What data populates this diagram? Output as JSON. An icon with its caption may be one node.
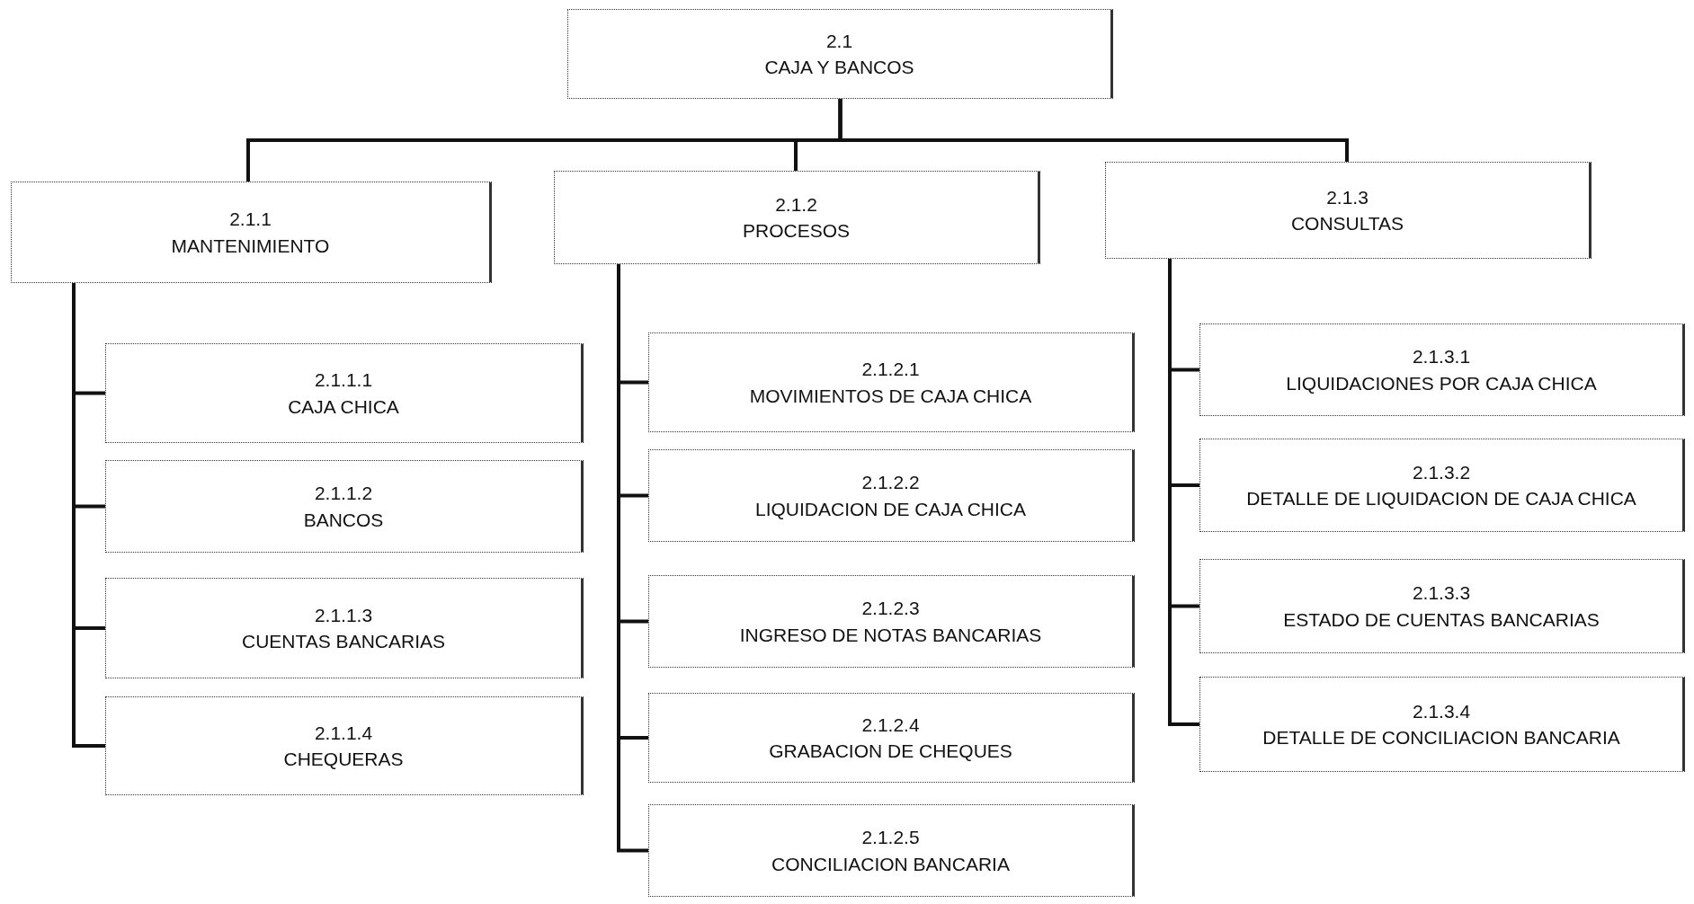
{
  "diagram": {
    "nodes": [
      {
        "text": [
          "2.1",
          "CAJA Y BANCOS"
        ]
      },
      {
        "text": [
          "2.1.1",
          "MANTENIMIENTO"
        ]
      },
      {
        "text": [
          "2.1.2",
          "PROCESOS"
        ]
      },
      {
        "text": [
          "2.1.3",
          "CONSULTAS"
        ]
      },
      {
        "text": [
          "2.1.1.1",
          "CAJA CHICA"
        ]
      },
      {
        "text": [
          "2.1.1.2",
          "BANCOS"
        ]
      },
      {
        "text": [
          "2.1.1.3",
          "CUENTAS BANCARIAS"
        ]
      },
      {
        "text": [
          "2.1.1.4",
          "CHEQUERAS"
        ]
      },
      {
        "text": [
          "2.1.2.1",
          "MOVIMIENTOS DE CAJA CHICA"
        ]
      },
      {
        "text": [
          "2.1.2.2",
          "LIQUIDACION DE CAJA CHICA"
        ]
      },
      {
        "text": [
          "2.1.2.3",
          "INGRESO DE NOTAS BANCARIAS"
        ]
      },
      {
        "text": [
          "2.1.2.4",
          "GRABACION DE CHEQUES"
        ]
      },
      {
        "text": [
          "2.1.2.5",
          "CONCILIACION BANCARIA"
        ]
      },
      {
        "text": [
          "2.1.3.1",
          "LIQUIDACIONES POR CAJA CHICA"
        ]
      },
      {
        "text": [
          "2.1.3.2",
          "DETALLE DE LIQUIDACION DE CAJA CHICA"
        ]
      },
      {
        "text": [
          "2.1.3.3",
          "ESTADO DE CUENTAS BANCARIAS"
        ]
      },
      {
        "text": [
          "2.1.3.4",
          "DETALLE DE CONCILIACION BANCARIA"
        ]
      }
    ],
    "edges": [
      {
        "from": 0,
        "to": 1,
        "arrow": "none"
      },
      {
        "from": 0,
        "to": 2,
        "arrow": "none"
      },
      {
        "from": 0,
        "to": 3,
        "arrow": "none"
      },
      {
        "from": 1,
        "to": 4,
        "arrow": "none"
      },
      {
        "from": 1,
        "to": 5,
        "arrow": "none"
      },
      {
        "from": 1,
        "to": 6,
        "arrow": "none"
      },
      {
        "from": 1,
        "to": 7,
        "arrow": "none"
      },
      {
        "from": 2,
        "to": 8,
        "arrow": "none"
      },
      {
        "from": 2,
        "to": 9,
        "arrow": "none"
      },
      {
        "from": 2,
        "to": 10,
        "arrow": "none"
      },
      {
        "from": 2,
        "to": 11,
        "arrow": "none"
      },
      {
        "from": 2,
        "to": 12,
        "arrow": "none"
      },
      {
        "from": 3,
        "to": 13,
        "arrow": "none"
      },
      {
        "from": 3,
        "to": 14,
        "arrow": "none"
      },
      {
        "from": 3,
        "to": 15,
        "arrow": "none"
      },
      {
        "from": 3,
        "to": 16,
        "arrow": "none"
      }
    ]
  }
}
